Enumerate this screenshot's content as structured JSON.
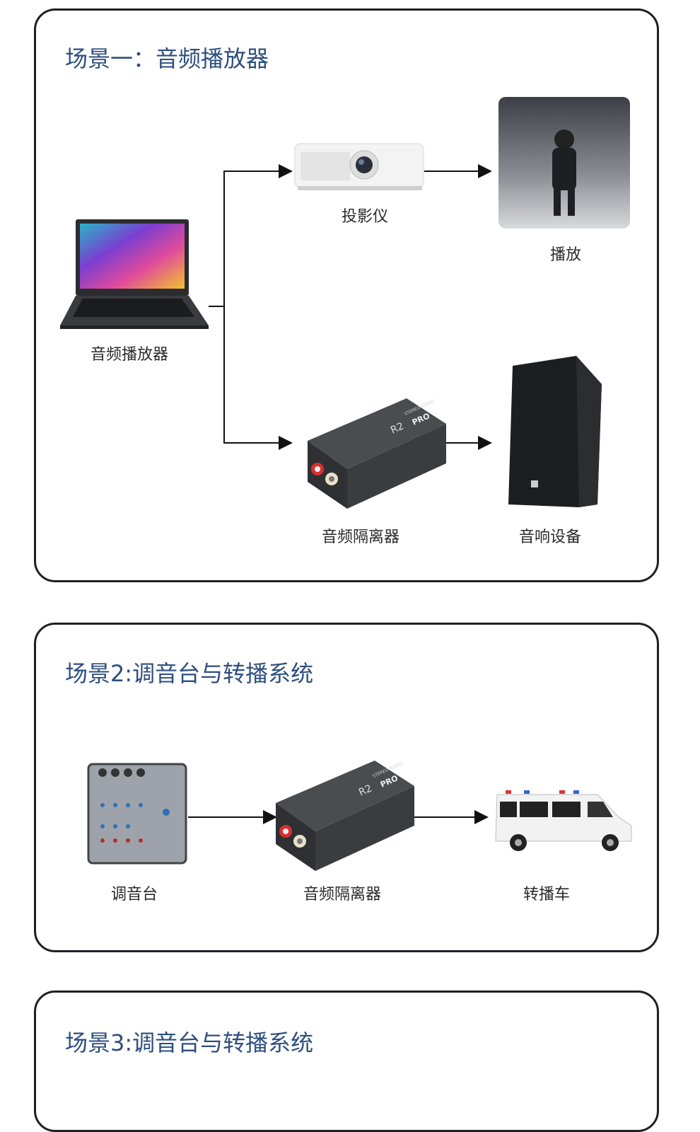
{
  "scene1": {
    "title": "场景一：音频播放器",
    "nodes": {
      "player": "音频播放器",
      "projector": "投影仪",
      "playback": "播放",
      "isolator": "音频隔离器",
      "speaker": "音响设备"
    }
  },
  "scene2": {
    "title": "场景2:调音台与转播系统",
    "nodes": {
      "mixer": "调音台",
      "isolator": "音频隔离器",
      "van": "转播车"
    }
  },
  "scene3": {
    "title": "场景3:调音台与转播系统"
  },
  "device_labels": {
    "brand": "PRO",
    "model": "R2",
    "sub": "STEREO AUDIO"
  },
  "colors": {
    "title": "#2d4e7e",
    "border": "#1f2024",
    "arrow": "#111111"
  }
}
